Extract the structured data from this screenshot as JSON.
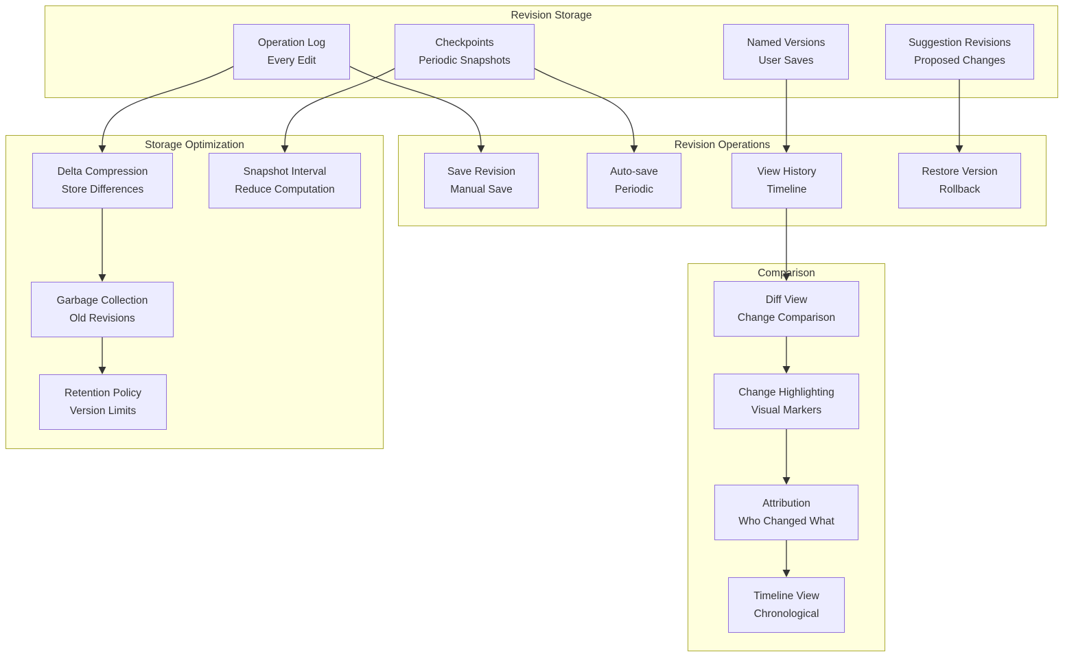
{
  "diagram": {
    "colors": {
      "container_fill": "#ffffde",
      "container_border": "#aaaa33",
      "node_fill": "#ececff",
      "node_border": "#9370db",
      "edge": "#333333",
      "text": "#333333"
    },
    "containers": {
      "revision_storage": {
        "title": "Revision Storage"
      },
      "storage_optimization": {
        "title": "Storage Optimization"
      },
      "revision_operations": {
        "title": "Revision Operations"
      },
      "comparison": {
        "title": "Comparison"
      }
    },
    "nodes": {
      "operation_log": {
        "title": "Operation Log",
        "subtitle": "Every Edit"
      },
      "checkpoints": {
        "title": "Checkpoints",
        "subtitle": "Periodic Snapshots"
      },
      "named_versions": {
        "title": "Named Versions",
        "subtitle": "User Saves"
      },
      "suggestion_revisions": {
        "title": "Suggestion Revisions",
        "subtitle": "Proposed Changes"
      },
      "delta_compression": {
        "title": "Delta Compression",
        "subtitle": "Store Differences"
      },
      "snapshot_interval": {
        "title": "Snapshot Interval",
        "subtitle": "Reduce Computation"
      },
      "save_revision": {
        "title": "Save Revision",
        "subtitle": "Manual Save"
      },
      "auto_save": {
        "title": "Auto-save",
        "subtitle": "Periodic"
      },
      "view_history": {
        "title": "View History",
        "subtitle": "Timeline"
      },
      "restore_version": {
        "title": "Restore Version",
        "subtitle": "Rollback"
      },
      "garbage_collection": {
        "title": "Garbage Collection",
        "subtitle": "Old Revisions"
      },
      "retention_policy": {
        "title": "Retention Policy",
        "subtitle": "Version Limits"
      },
      "diff_view": {
        "title": "Diff View",
        "subtitle": "Change Comparison"
      },
      "change_highlighting": {
        "title": "Change Highlighting",
        "subtitle": "Visual Markers"
      },
      "attribution": {
        "title": "Attribution",
        "subtitle": "Who Changed What"
      },
      "timeline_view": {
        "title": "Timeline View",
        "subtitle": "Chronological"
      }
    },
    "edges": [
      {
        "from": "operation_log",
        "to": "delta_compression"
      },
      {
        "from": "operation_log",
        "to": "save_revision"
      },
      {
        "from": "checkpoints",
        "to": "snapshot_interval"
      },
      {
        "from": "checkpoints",
        "to": "auto_save"
      },
      {
        "from": "named_versions",
        "to": "view_history"
      },
      {
        "from": "suggestion_revisions",
        "to": "restore_version"
      },
      {
        "from": "delta_compression",
        "to": "garbage_collection"
      },
      {
        "from": "garbage_collection",
        "to": "retention_policy"
      },
      {
        "from": "view_history",
        "to": "diff_view"
      },
      {
        "from": "diff_view",
        "to": "change_highlighting"
      },
      {
        "from": "change_highlighting",
        "to": "attribution"
      },
      {
        "from": "attribution",
        "to": "timeline_view"
      }
    ]
  }
}
